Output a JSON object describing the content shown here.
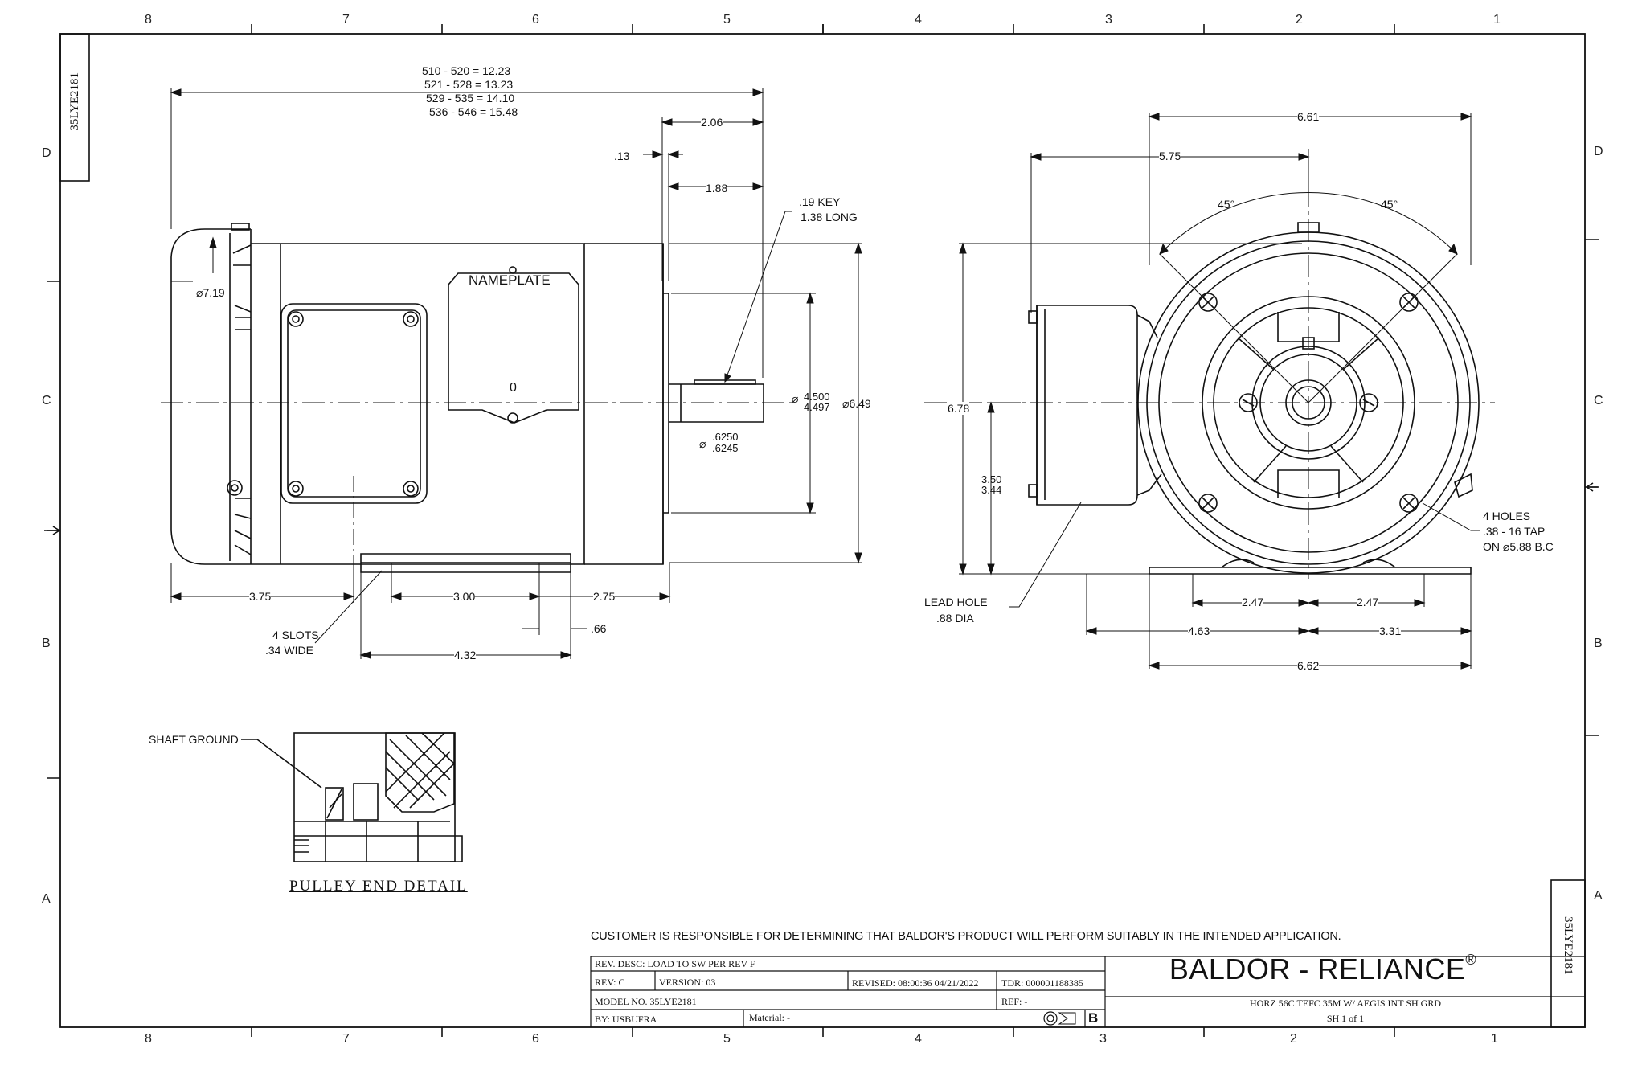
{
  "zones": {
    "columns": [
      "8",
      "7",
      "6",
      "5",
      "4",
      "3",
      "2",
      "1"
    ],
    "rows": [
      "D",
      "C",
      "B",
      "A"
    ]
  },
  "drawing_no_side": "35LYE2181",
  "side_view": {
    "overall_lengths": [
      "510 - 520 = 12.23",
      "521 - 528 = 13.23",
      "529 - 535 = 14.10",
      "536 - 546 = 15.48"
    ],
    "d_206": "2.06",
    "d_013": ".13",
    "d_188": "1.88",
    "key_note": [
      ".19 KEY",
      "1.38 LONG"
    ],
    "dia_719": "7.19",
    "nameplate": "NAMEPLATE",
    "zero_mark": "0",
    "pilot_dia": [
      "4.500",
      "4.497"
    ],
    "dia_649": "6.49",
    "shaft_dia": [
      ".6250",
      ".6245"
    ],
    "d_375": "3.75",
    "d_300": "3.00",
    "d_275": "2.75",
    "d_066": ".66",
    "d_432": "4.32",
    "slots_note": [
      "4 SLOTS",
      ".34 WIDE"
    ]
  },
  "end_view": {
    "d_661": "6.61",
    "d_575": "5.75",
    "angle_left": "45°",
    "angle_right": "45°",
    "d_678": "6.78",
    "d_350": [
      "3.50",
      "3.44"
    ],
    "holes_note": [
      "4 HOLES",
      ".38 - 16 TAP",
      "ON ⌀5.88 B.C"
    ],
    "lead_note": [
      "LEAD HOLE",
      ".88 DIA"
    ],
    "d_247a": "2.47",
    "d_247b": "2.47",
    "d_463": "4.63",
    "d_331": "3.31",
    "d_662": "6.62"
  },
  "detail": {
    "shaft_ground": "SHAFT GROUND",
    "title": "PULLEY END DETAIL"
  },
  "title_block": {
    "notice": "CUSTOMER IS RESPONSIBLE FOR DETERMINING THAT BALDOR'S PRODUCT WILL PERFORM SUITABLY IN THE INTENDED APPLICATION.",
    "rev_desc": "REV. DESC: LOAD TO SW PER REV F",
    "rev": "REV:  C",
    "version": "VERSION:  03",
    "revised": "REVISED:  08:00:36 04/21/2022",
    "tdr": "TDR: 000001188385",
    "model": "MODEL NO.  35LYE2181",
    "ref": "REF:  -",
    "by": "BY: USBUFRA",
    "material": "Material:  -",
    "size": "B",
    "brand": "BALDOR - RELIANCE",
    "brand_mark": "®",
    "description": "HORZ 56C TEFC 35M W/ AEGIS INT SH GRD",
    "sheet": "SH 1 of 1",
    "side_tab": "35LYE2181"
  }
}
